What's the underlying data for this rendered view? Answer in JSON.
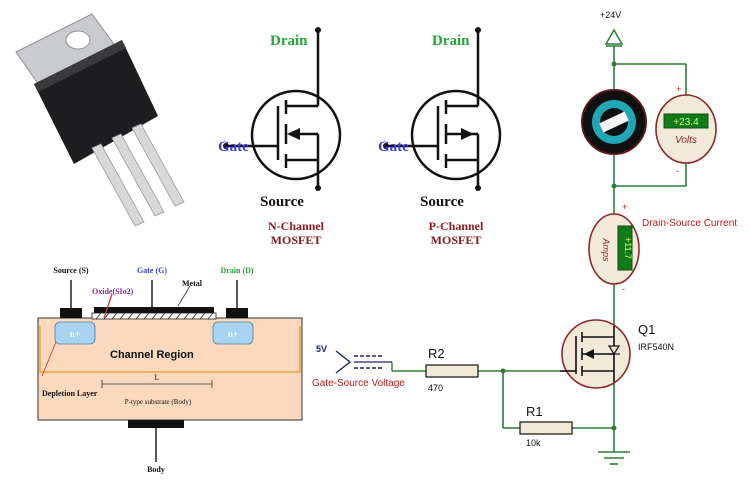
{
  "mosfet_symbols": {
    "n_channel": {
      "drain": "Drain",
      "gate": "Gate",
      "source": "Source",
      "caption_line1": "N-Channel",
      "caption_line2": "MOSFET"
    },
    "p_channel": {
      "drain": "Drain",
      "gate": "Gate",
      "source": "Source",
      "caption_line1": "P-Channel",
      "caption_line2": "MOSFET"
    },
    "colors": {
      "drain": "#22a83a",
      "gate": "#3a3fd8",
      "source": "#111111",
      "caption": "#8b1a1a"
    }
  },
  "cross_section": {
    "source_label": "Source (S)",
    "gate_label": "Gate (G)",
    "drain_label": "Drain (D)",
    "oxide_label": "Oxide(SIo2)",
    "metal_label": "Metal",
    "n_plus_left": "n+",
    "n_plus_right": "n+",
    "channel_label": "Channel Region",
    "length_label": "L",
    "depletion_label": "Depletion Layer",
    "substrate_label": "P-type substrate (Body)",
    "body_label": "Body",
    "colors": {
      "substrate": "#fad9bf",
      "n_region": "#a7d4f0",
      "depletion": "#f0a23c",
      "oxide": "#d65b8e"
    }
  },
  "circuit": {
    "supply_label": "+24V",
    "voltmeter_value": "+23.4",
    "voltmeter_unit": "Volts",
    "voltmeter_plus": "+",
    "voltmeter_minus": "-",
    "ammeter_value": "+11.7",
    "ammeter_unit": "Amps",
    "ammeter_plus": "+",
    "ammeter_minus": "-",
    "drain_source_current": "Drain-Source Current",
    "q1_label": "Q1",
    "q1_part": "IRF540N",
    "r2_label": "R2",
    "r2_value": "470",
    "r1_label": "R1",
    "r1_value": "10k",
    "source_voltage": "5V",
    "gate_source_voltage": "Gate-Source Voltage",
    "colors": {
      "wire": "#2e7d32",
      "meter_body": "#f3e9d9",
      "meter_border": "#8b2a2a",
      "display": "#137a1b",
      "label_red": "#b71c1c"
    }
  }
}
